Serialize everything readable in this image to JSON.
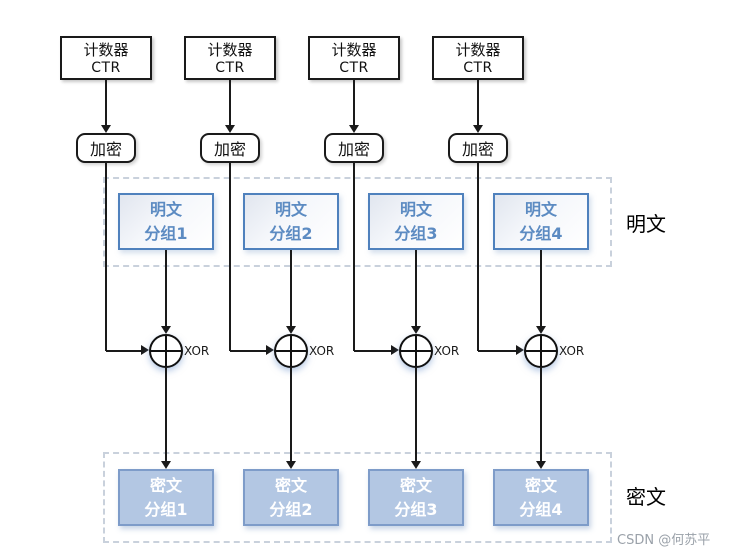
{
  "regions": {
    "plaintext_label": "明文",
    "ciphertext_label": "密文"
  },
  "watermark": "CSDN @何苏平",
  "units": [
    {
      "counter_name": "计数器",
      "counter_abbr": "CTR",
      "encrypt_label": "加密",
      "plaintext_l1": "明文",
      "plaintext_l2": "分组1",
      "xor_label": "XOR",
      "ciphertext_l1": "密文",
      "ciphertext_l2": "分组1"
    },
    {
      "counter_name": "计数器",
      "counter_abbr": "CTR",
      "encrypt_label": "加密",
      "plaintext_l1": "明文",
      "plaintext_l2": "分组2",
      "xor_label": "XOR",
      "ciphertext_l1": "密文",
      "ciphertext_l2": "分组2"
    },
    {
      "counter_name": "计数器",
      "counter_abbr": "CTR",
      "encrypt_label": "加密",
      "plaintext_l1": "明文",
      "plaintext_l2": "分组3",
      "xor_label": "XOR",
      "ciphertext_l1": "密文",
      "ciphertext_l2": "分组3"
    },
    {
      "counter_name": "计数器",
      "counter_abbr": "CTR",
      "encrypt_label": "加密",
      "plaintext_l1": "明文",
      "plaintext_l2": "分组4",
      "xor_label": "XOR",
      "ciphertext_l1": "密文",
      "ciphertext_l2": "分组4"
    }
  ],
  "colors": {
    "line": "#1a1a1a",
    "plaintext_border": "#4f81bd",
    "plaintext_text": "#5c8bc2",
    "ciphertext_fill": "#b3c7e3",
    "ciphertext_border": "#7e9cc9",
    "dashed_region": "#c9d1dc",
    "watermark_text": "#9aa1a9"
  }
}
